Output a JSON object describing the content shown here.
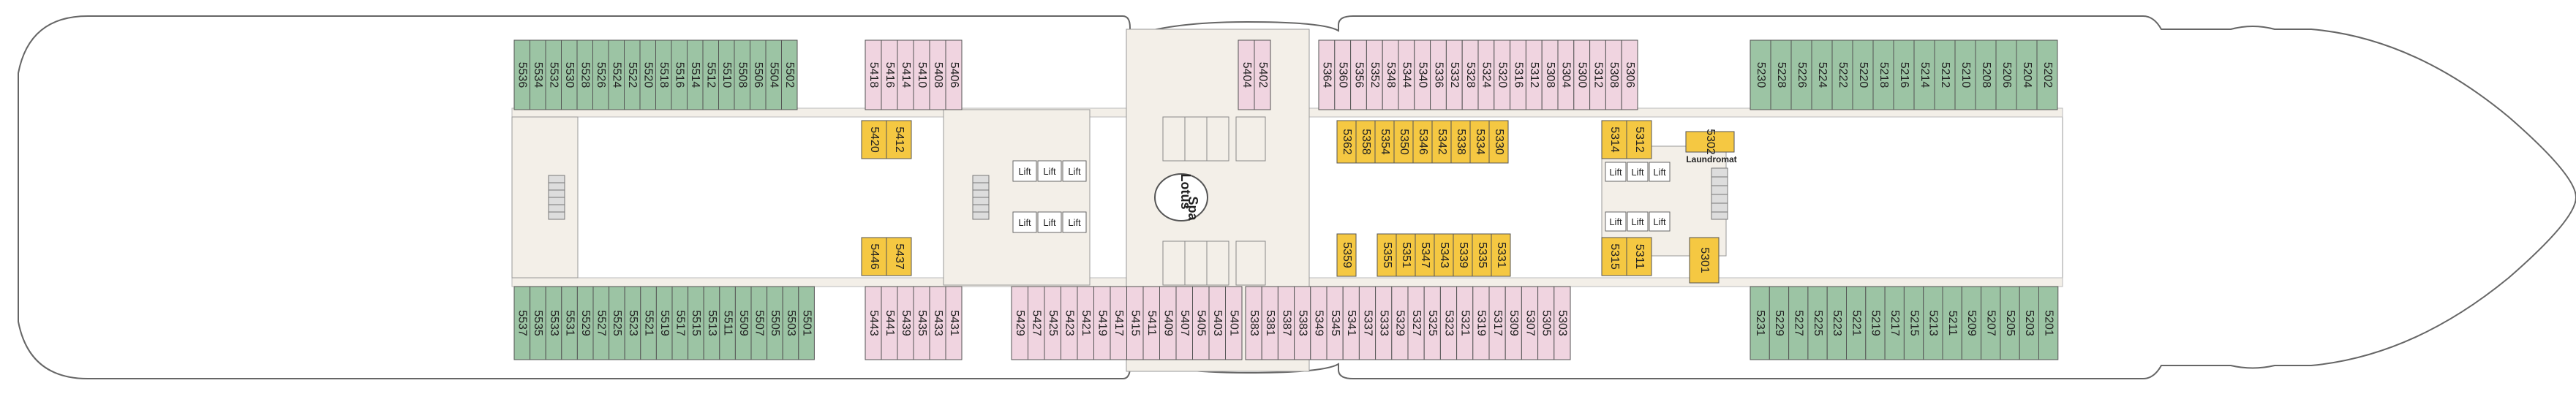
{
  "deck": {
    "cabins": {
      "top_left_green": [
        "5536",
        "5534",
        "5532",
        "5530",
        "5528",
        "5526",
        "5524",
        "5522",
        "5520",
        "5518",
        "5516",
        "5514",
        "5512",
        "5510",
        "5508",
        "5506",
        "5504",
        "5502"
      ],
      "top_left_pink": [
        "5418",
        "5416",
        "5414",
        "5410",
        "5408",
        "5406"
      ],
      "top_mid_pink": [
        "5404",
        "5402"
      ],
      "top_right_pink": [
        "5364",
        "5360",
        "5356",
        "5352",
        "5348",
        "5344",
        "5340",
        "5336",
        "5332",
        "5328",
        "5324",
        "5320",
        "5316",
        "5312",
        "5308",
        "5304",
        "5300",
        "5312",
        "5308",
        "5306"
      ],
      "top_far_green": [
        "5230",
        "5228",
        "5226",
        "5224",
        "5222",
        "5220",
        "5218",
        "5216",
        "5214",
        "5212",
        "5210",
        "5208",
        "5206",
        "5204",
        "5202"
      ],
      "inner_top_yellow_left": [
        "5420",
        "5412"
      ],
      "inner_top_yellow_mid": [
        "5362",
        "5358",
        "5354",
        "5350",
        "5346",
        "5342",
        "5338",
        "5334",
        "5330"
      ],
      "inner_top_yellow_right": [
        "5314",
        "5312"
      ],
      "laundromat_cabin": "5302",
      "inner_bottom_yellow_left": [
        "5446",
        "5437"
      ],
      "inner_bottom_yellow_single": "5359",
      "inner_bottom_yellow_mid": [
        "5355",
        "5351",
        "5347",
        "5343",
        "5339",
        "5335",
        "5331"
      ],
      "inner_bottom_yellow_right": [
        "5315",
        "5311"
      ],
      "inner_bottom_yellow_far": "5301",
      "bottom_left_green": [
        "5537",
        "5535",
        "5533",
        "5531",
        "5529",
        "5527",
        "5525",
        "5523",
        "5521",
        "5519",
        "5517",
        "5515",
        "5513",
        "5511",
        "5509",
        "5507",
        "5505",
        "5503",
        "5501"
      ],
      "bottom_left_pink": [
        "5443",
        "5441",
        "5439",
        "5435",
        "5433",
        "5431"
      ],
      "bottom_mid_pink": [
        "5429",
        "5427",
        "5425",
        "5423",
        "5421",
        "5419",
        "5417",
        "5415",
        "5411",
        "5409",
        "5407",
        "5405",
        "5403",
        "5401"
      ],
      "bottom_right_pink": [
        "5383",
        "5381",
        "5387",
        "5383",
        "5349",
        "5345",
        "5341",
        "5337",
        "5333",
        "5329",
        "5327",
        "5325",
        "5323",
        "5321",
        "5319",
        "5317",
        "5309",
        "5307",
        "5305",
        "5303"
      ],
      "bottom_far_green": [
        "5231",
        "5229",
        "5227",
        "5225",
        "5223",
        "5221",
        "5219",
        "5217",
        "5215",
        "5213",
        "5211",
        "5209",
        "5207",
        "5205",
        "5203",
        "5201"
      ]
    },
    "lift_label": "Lift",
    "spa_label_1": "Lotus",
    "spa_label_2": "Spa",
    "laundromat_label": "Laundromat"
  },
  "colors": {
    "green": "#9cc4a4",
    "pink": "#f0d4e0",
    "yellow": "#f5c842",
    "interior": "#f3efe8",
    "corridor": "#ffffff",
    "outline": "#666666"
  }
}
